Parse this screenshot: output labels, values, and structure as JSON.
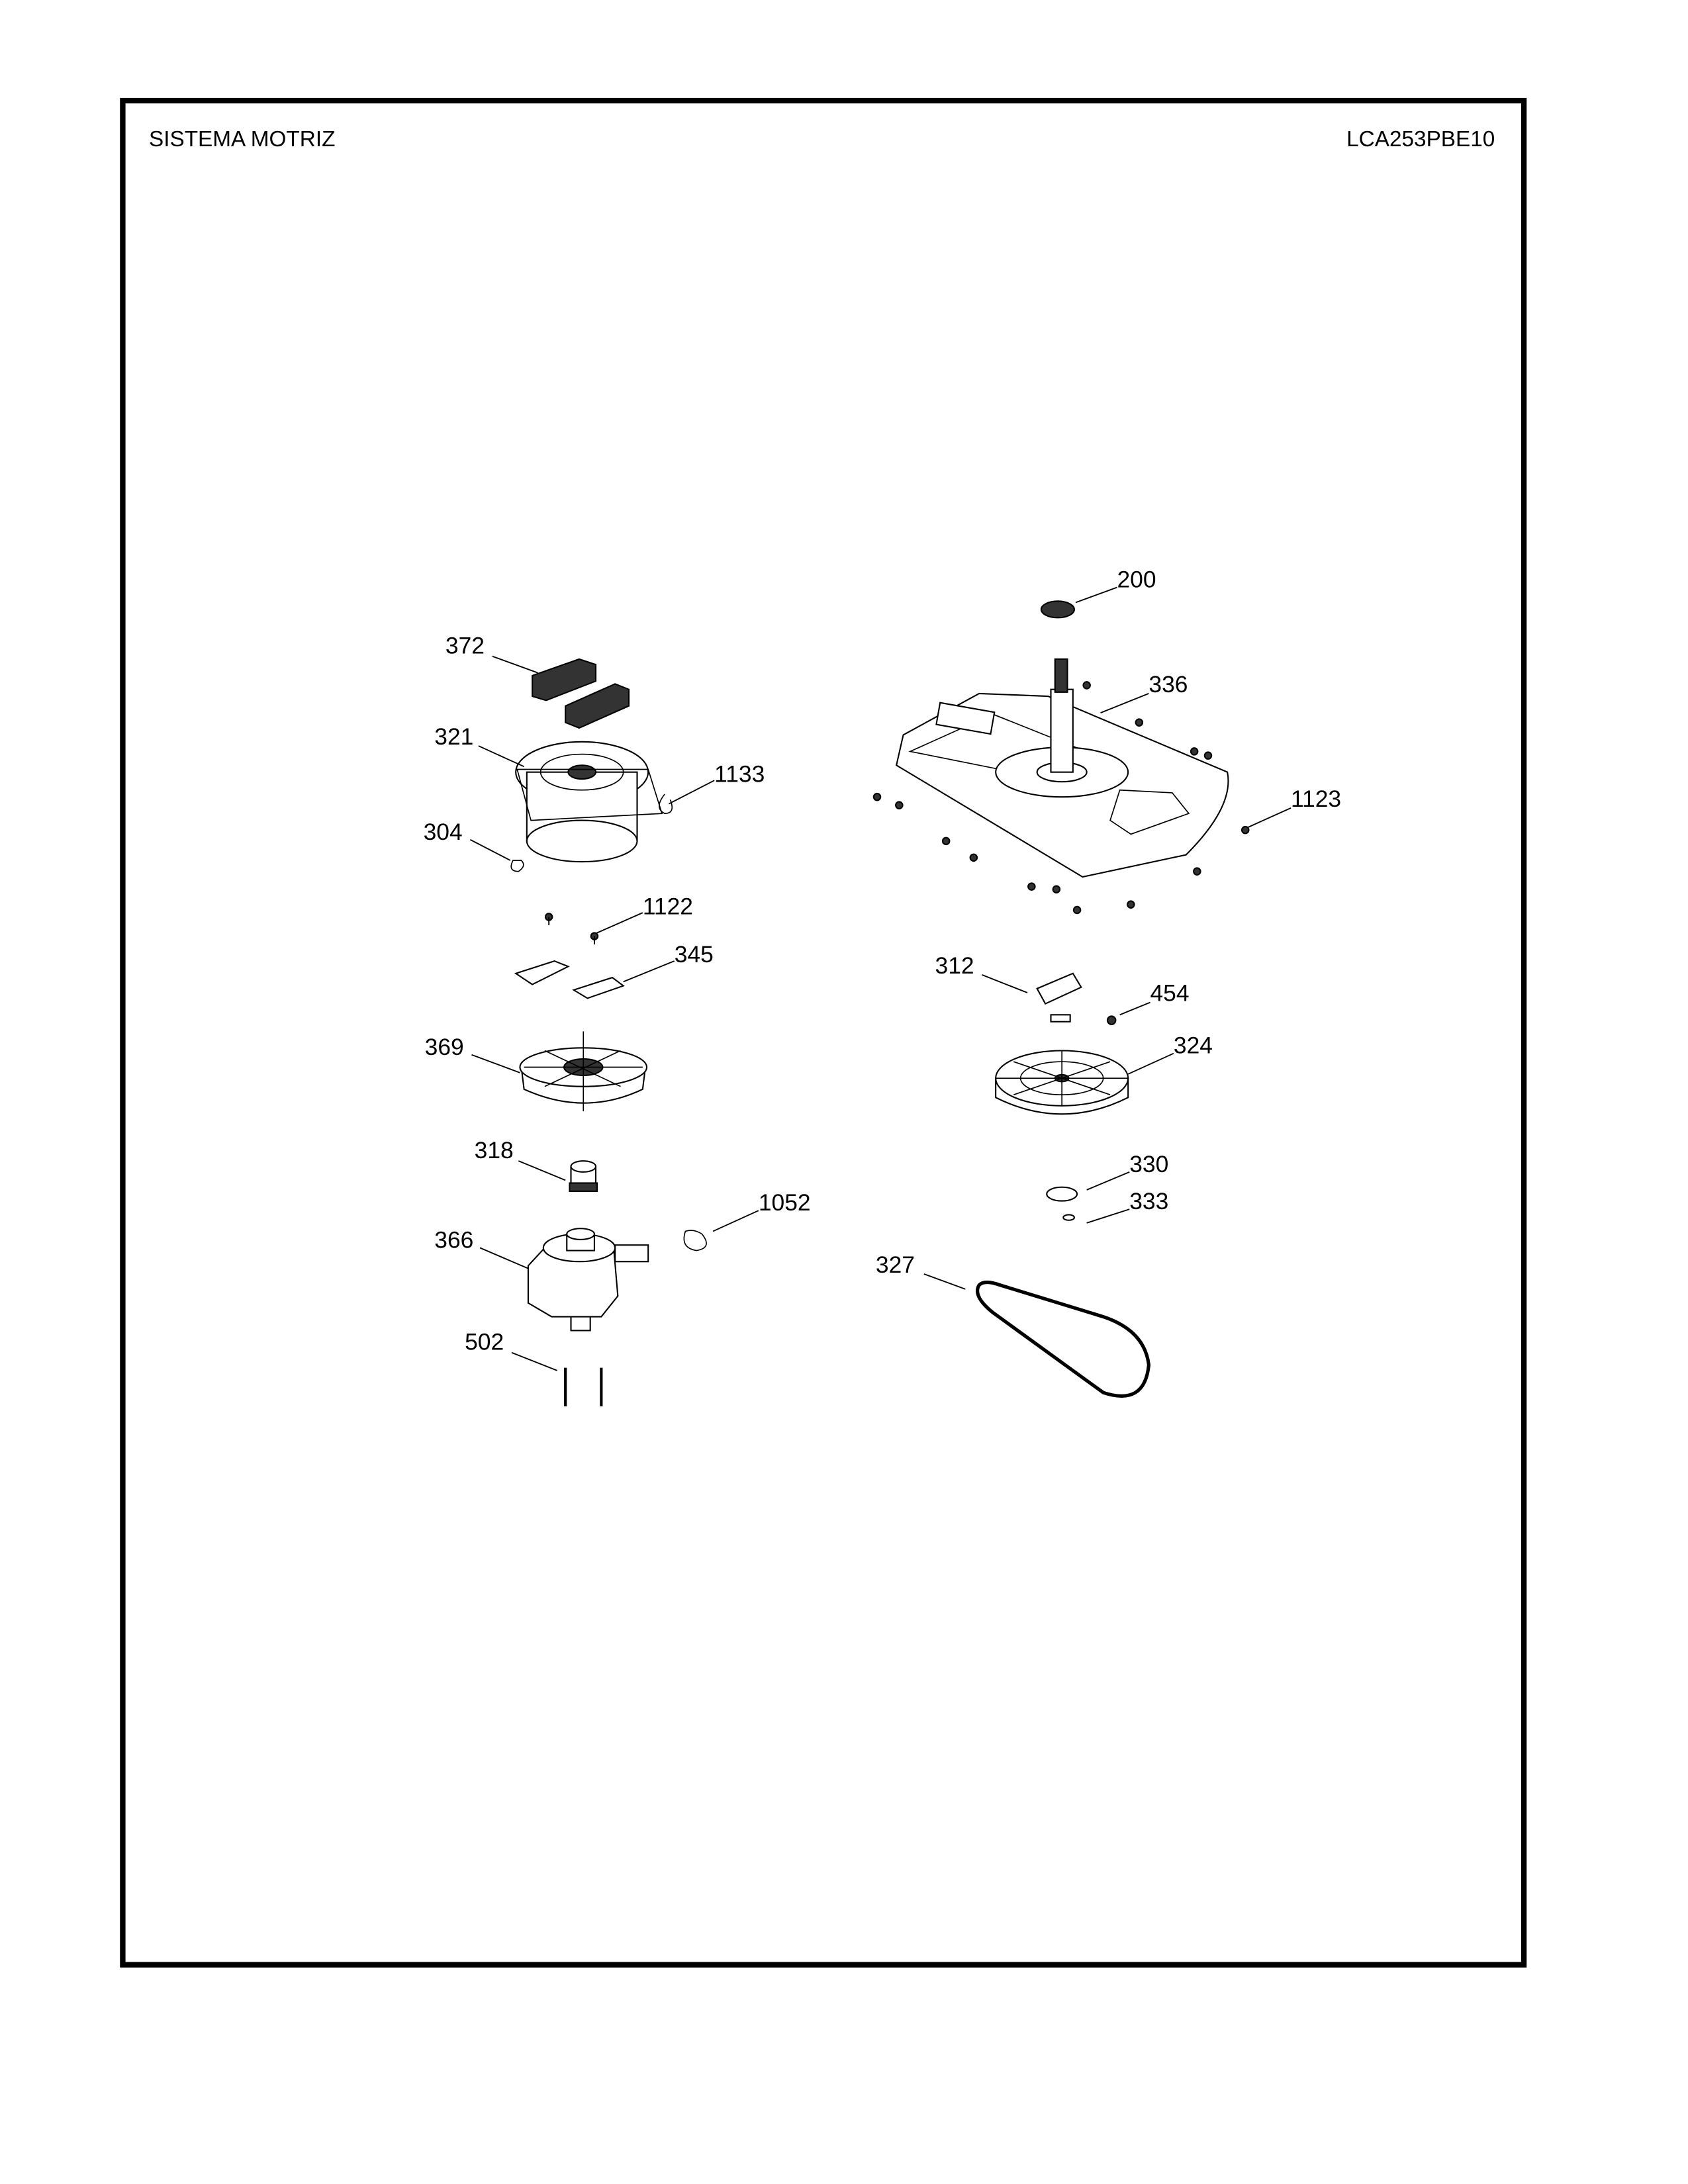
{
  "header": {
    "title": "SISTEMA MOTRIZ",
    "model": "LCA253PBE10"
  },
  "parts": {
    "p372": "372",
    "p321": "321",
    "p1133": "1133",
    "p304": "304",
    "p1122": "1122",
    "p345": "345",
    "p369": "369",
    "p318": "318",
    "p1052": "1052",
    "p366": "366",
    "p502": "502",
    "p200": "200",
    "p336": "336",
    "p1123": "1123",
    "p312": "312",
    "p454": "454",
    "p324": "324",
    "p330": "330",
    "p333": "333",
    "p327": "327"
  }
}
